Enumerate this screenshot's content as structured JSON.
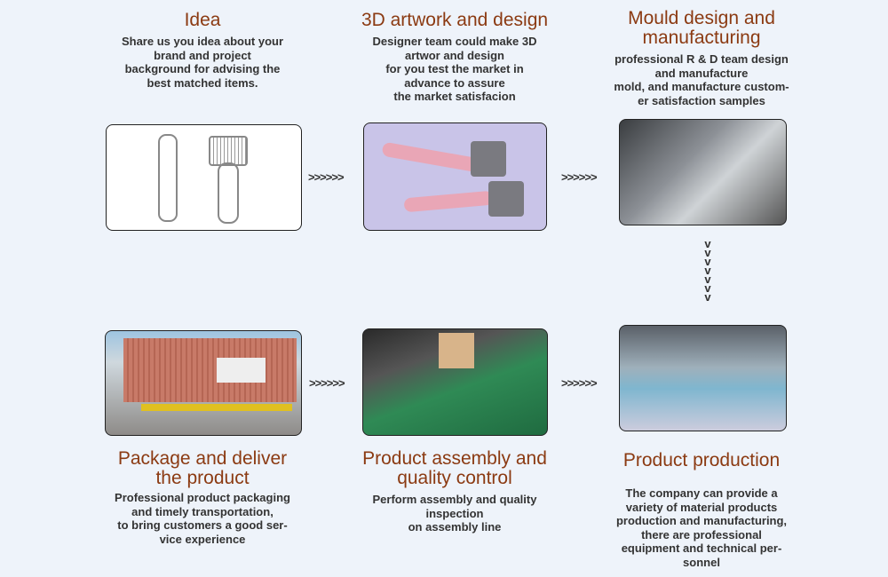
{
  "steps": [
    {
      "title": "Idea",
      "desc": "Share us you idea about your\nbrand and project\nbackground for advising the\nbest matched items."
    },
    {
      "title": "3D artwork and design",
      "desc": "Designer team could make 3D\nartwor and design\nfor you test the market in\nadvance to assure\nthe market satisfacion"
    },
    {
      "title": "Mould design and\nmanufacturing",
      "desc": "professional R & D team design\nand manufacture\nmold, and manufacture custom-\ner satisfaction samples"
    },
    {
      "title": "Product production",
      "desc": "The company can provide a\nvariety of material products\nproduction and manufacturing,\nthere are professional\nequipment and technical per-\nsonnel"
    },
    {
      "title": "Product assembly and\nquality control",
      "desc": "Perform assembly and quality\ninspection\non assembly line"
    },
    {
      "title": "Package and deliver\nthe product",
      "desc": "Professional product packaging\nand timely transportation,\nto bring customers a good ser-\nvice experience"
    }
  ],
  "arrow": ">>>>>>",
  "colors": {
    "title": "#8b3a12",
    "background": "#eef3fa"
  }
}
